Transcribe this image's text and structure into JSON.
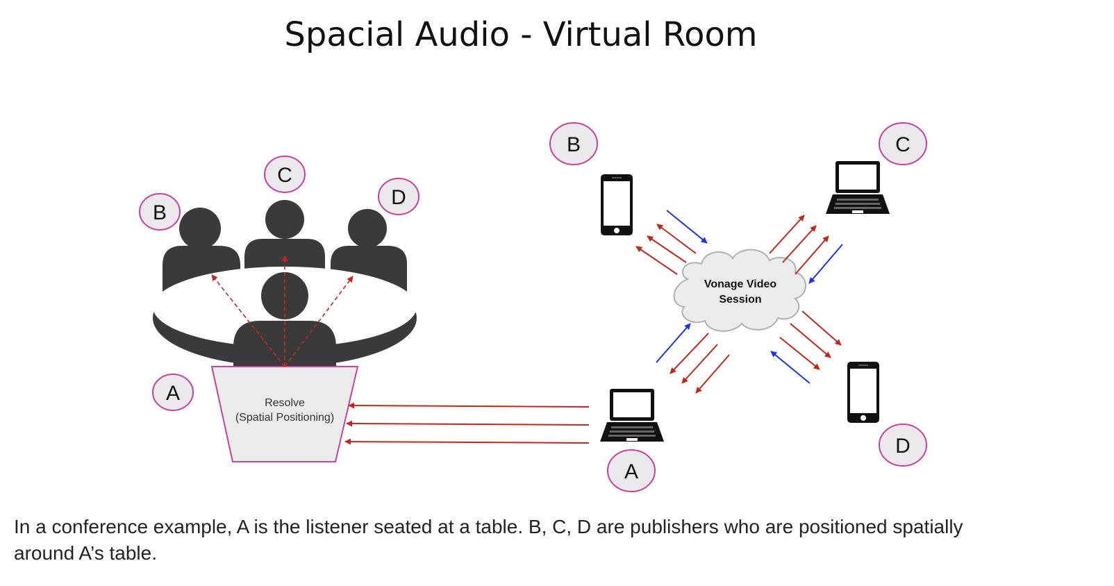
{
  "title": "Spacial Audio - Virtual Room",
  "left_scene": {
    "labels": {
      "a": "A",
      "b": "B",
      "c": "C",
      "d": "D"
    },
    "resolve_line1": "Resolve",
    "resolve_line2": "(Spatial Positioning)"
  },
  "right_scene": {
    "labels": {
      "a": "A",
      "b": "B",
      "c": "C",
      "d": "D"
    },
    "cloud_line1": "Vonage Video",
    "cloud_line2": "Session"
  },
  "caption": {
    "line1": "In a conference example, A is the listener seated at a table.  B, C, D are publishers who are positioned spatially",
    "line2": "around A’s table."
  },
  "colors": {
    "label_circle_fill": "#ece9ec",
    "label_circle_stroke": "#c8419c",
    "person": "#3a3a3a",
    "arrow_red": "#c0281d",
    "arrow_blue": "#1a33e6",
    "cloud_fill": "#ececec"
  },
  "icons": {
    "person": "person-icon",
    "phone": "smartphone-icon",
    "laptop": "laptop-icon",
    "cloud": "cloud-icon"
  }
}
